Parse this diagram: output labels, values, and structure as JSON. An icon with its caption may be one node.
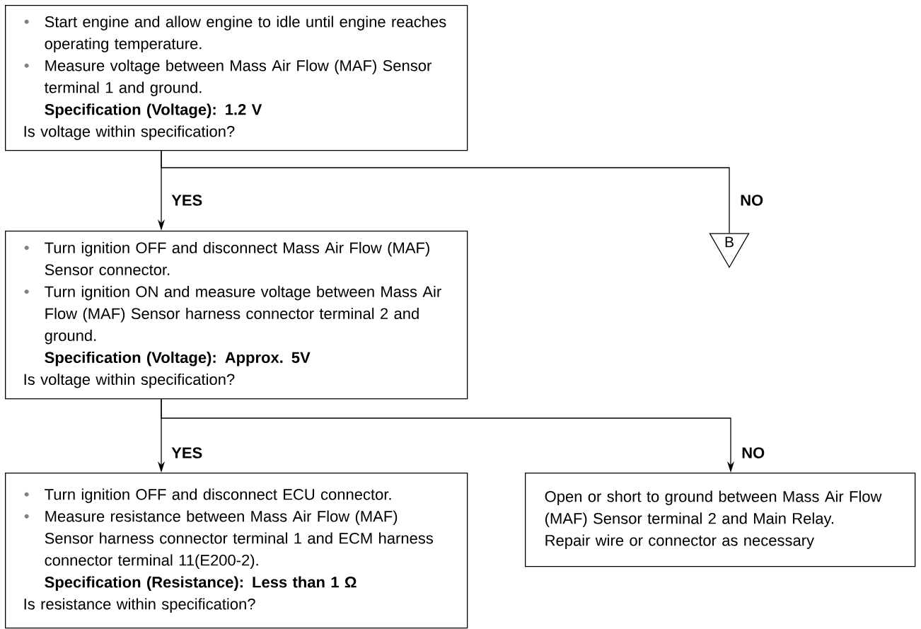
{
  "diagram": {
    "nodes": [
      {
        "text": [
          "Start engine and allow engine to idle until engine reaches operating temperature.",
          "Measure voltage between Mass Air Flow (MAF) Sensor terminal 1 and ground.",
          "Specification (Voltage): 1.2 V",
          "Is voltage within specification?"
        ]
      },
      {
        "text": [
          "Turn ignition OFF and disconnect Mass Air Flow (MAF) Sensor connector.",
          "Turn ignition ON and measure voltage between Mass Air Flow (MAF) Sensor harness connector terminal 2 and ground.",
          "Specification (Voltage): Approx. 5V",
          "Is voltage within specification?"
        ]
      },
      {
        "text": [
          "B"
        ]
      },
      {
        "text": [
          "Turn ignition OFF and disconnect ECU connector.",
          "Measure resistance between Mass Air Flow (MAF) Sensor harness connector terminal 1 and ECM harness connector terminal 11(E200-2).",
          "Specification (Resistance): Less than 1 Ω",
          "Is resistance within specification?"
        ]
      },
      {
        "text": [
          "Open or short to ground between Mass Air Flow (MAF) Sensor terminal 2 and Main Relay.",
          "Repair wire or connector as necessary"
        ]
      }
    ],
    "edges": [
      {
        "from": 0,
        "to": 1,
        "arrow": "to",
        "label": "YES"
      },
      {
        "from": 0,
        "to": 2,
        "arrow": "none",
        "label": "NO"
      },
      {
        "from": 1,
        "to": 3,
        "arrow": "to",
        "label": "YES"
      },
      {
        "from": 1,
        "to": 4,
        "arrow": "to",
        "label": "NO"
      }
    ]
  }
}
